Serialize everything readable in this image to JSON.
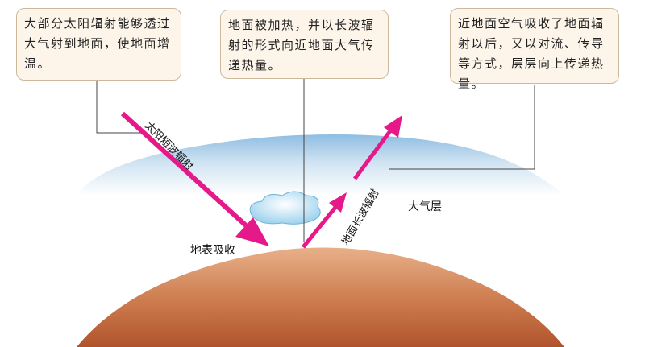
{
  "callouts": {
    "sun": "大部分太阳辐射能够透过大气射到地面，使地面增温。",
    "ground": "地面被加热，并以长波辐射的形式向近地面大气传递热量。",
    "air": "近地面空气吸收了地面辐射以后，又以对流、传导等方式，层层向上传递热量。"
  },
  "labels": {
    "solar": "太阳短波辐射",
    "ground_absorb": "地表吸收",
    "earth_radiation": "地面长波辐射",
    "atmosphere": "大气层"
  },
  "colors": {
    "arrow": "#e6198a",
    "earth": "#c8744a",
    "sky": "#a9cde8"
  }
}
